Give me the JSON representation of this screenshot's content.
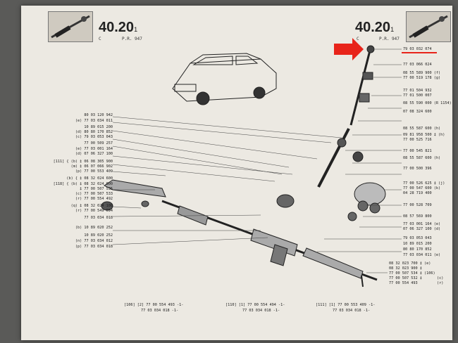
{
  "header": {
    "left_page": {
      "number": "40.20",
      "sub": "1",
      "code_left": "C",
      "code_right": "P.R. 947"
    },
    "right_page": {
      "number": "40.20",
      "sub": "1",
      "code_left": "C",
      "code_right": "P.R. 947"
    }
  },
  "left_labels": [
    "80 03 120 942",
    "(e) 77 03 034 011",
    "10 89 015 200",
    "(d)  80 80 170 852",
    "(c)  79 03 053 043",
    "77 00 509 257",
    "(e) 77 03 001 164",
    "(d) 07 06 327 100",
    "[111] { (b) ‡ 06 08 305 900",
    "(m) ‡ 06 07 066 902",
    "(p)  77 00 553 409",
    "(b) { ‡ 08 32 024 600",
    "[118] { (b) ‡ 08 32 024 800",
    "‡ 77 00 507 535",
    "(c) 77 00 507 533",
    "(r)  77 00 554 492",
    "(q) ‡ 08 32 024 100",
    "(r) 77 00 549 694",
    "77 03 034 018",
    "(b)  10 89 020 252",
    "10 89 020 252",
    "(n) 77 03 034 012",
    "(p) 77 03 034 018"
  ],
  "right_labels": [
    "79 03 032 074",
    "77 03 066 024",
    "08 55 589 900 (f)",
    "77 00 519 178 (g)",
    "77 01 504 932",
    "77 01 500 007",
    "08 55 590 000 (R 1154)",
    "07 08 324 600",
    "08 55 587 600 (h)",
    "09 81 958 500 ‡ (h)",
    "77 00 525 716",
    "77 00 545 821",
    "08 55 587 600 (h)",
    "77 00 500 396",
    "77 00 526 625 ‡ (j)",
    "77 00 547 600  (k)",
    "04 28 719 400",
    "77 00 528 709",
    "08 57 569 800",
    "77 03 001 164 (e)",
    "07 06 327 100 (d)",
    "79 03 053 043",
    "10 89 015 200",
    "80 80 170 852",
    "77 03 034 011 (e)",
    "08 32 023 700 ‡ (e)",
    "08 32 023 900 ‡",
    "77 00 507 534 ‡ (106)",
    "77 00 507 532 ‡",
    "77 00 554 493",
    "(c)",
    "(r)"
  ],
  "footer": [
    {
      "line1": "[106] [2]  77 00 554 493 -1-",
      "line2": "77 03 034 018 -1-"
    },
    {
      "line1": "[110] [1]  77 00 554 494 -1-",
      "line2": "77 03 034 018 -1-"
    },
    {
      "line1": "[111] [1]  77 00 553 409 -1-",
      "line2": "77 03 034 018 -1-"
    }
  ],
  "icons": [
    "steering-rack-thumbnail-icon",
    "car-illustration",
    "red-arrow-icon"
  ],
  "colors": {
    "arrow": "#e8241a",
    "underline": "#e8241a",
    "paper": "#ece9e2",
    "background": "#5a5a58"
  }
}
